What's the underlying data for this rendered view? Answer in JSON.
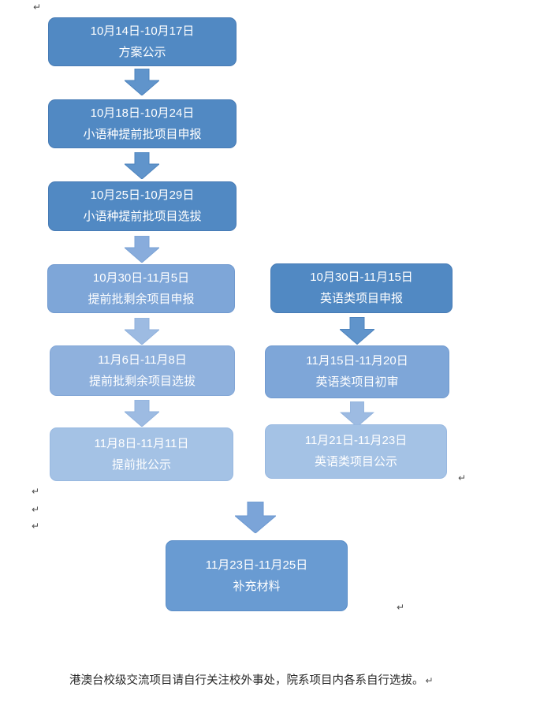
{
  "flowchart": {
    "left_column": [
      {
        "date": "10月14日-10月17日",
        "label": "方案公示",
        "fill": "#5189c3"
      },
      {
        "date": "10月18日-10月24日",
        "label": "小语种提前批项目申报",
        "fill": "#5189c3"
      },
      {
        "date": "10月25日-10月29日",
        "label": "小语种提前批项目选拔",
        "fill": "#5189c3"
      },
      {
        "date": "10月30日-11月5日",
        "label": "提前批剩余项目申报",
        "fill": "#7ea6d8"
      },
      {
        "date": "11月6日-11月8日",
        "label": "提前批剩余项目选拔",
        "fill": "#8fb1dd"
      },
      {
        "date": "11月8日-11月11日",
        "label": "提前批公示",
        "fill": "#a4c2e5"
      }
    ],
    "right_column": [
      {
        "date": "10月30日-11月15日",
        "label": "英语类项目申报",
        "fill": "#5189c3"
      },
      {
        "date": "11月15日-11月20日",
        "label": "英语类项目初审",
        "fill": "#7ea6d8"
      },
      {
        "date": "11月21日-11月23日",
        "label": "英语类项目公示",
        "fill": "#a4c2e5"
      }
    ],
    "bottom_box": {
      "date": "11月23日-11月25日",
      "label": "补充材料",
      "fill": "#699bd2"
    },
    "arrow_colors": {
      "dark": "#6094cb",
      "medium": "#88acdc",
      "light": "#9dbbe2",
      "bottom": "#7ba4d8"
    },
    "text_color": "#ffffff"
  },
  "footnote": "港澳台校级交流项目请自行关注校外事处，院系项目内各系自行选拔。",
  "paragraph_mark": "↵"
}
